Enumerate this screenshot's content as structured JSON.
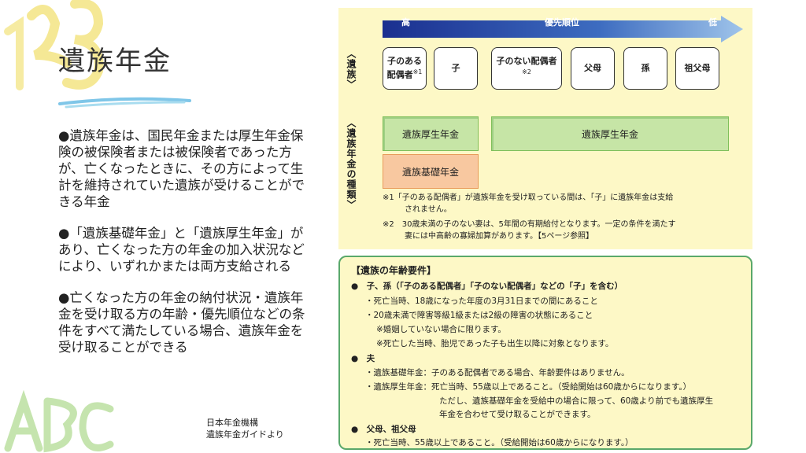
{
  "title": "遺族年金",
  "bullets": [
    "●遺族年金は、国民年金または厚生年金保険の被保険者または被保険者であった方が、亡くなったときに、その方によって生計を維持されていた遺族が受けることができる年金",
    "●「遺族基礎年金」と「遺族厚生年金」があり、亡くなった方の年金の加入状況などにより、いずれかまたは両方支給される",
    "●亡くなった方の年金の納付状況・遺族年金を受け取る方の年齢・優先順位などの条件をすべて満たしている場合、遺族年金を受け取ることができる"
  ],
  "source": {
    "line1": "日本年金機構",
    "line2": "遺族年金ガイドより"
  },
  "priority": {
    "high": "高",
    "label": "優先順位",
    "low": "低"
  },
  "side_labels": {
    "family": "〈遺族〉",
    "types": "〈遺族年金の種類〉"
  },
  "family": {
    "spouse_with_child": "子のある配偶者",
    "spouse_with_child_note": "※1",
    "child": "子",
    "spouse_without_child": "子のない配偶者",
    "spouse_without_child_note": "※2",
    "parents": "父母",
    "grandchild": "孫",
    "grandparents": "祖父母"
  },
  "pensions": {
    "kousei_left": "遺族厚生年金",
    "kousei_right": "遺族厚生年金",
    "kiso": "遺族基礎年金"
  },
  "notes": {
    "n1_a": "※1「子のある配偶者」が遺族年金を受け取っている間は、「子」に遺族年金は支給",
    "n1_b": "されません。",
    "n2_a": "※2　30歳未満の子のない妻は、5年間の有期給付となります。一定の条件を満たす",
    "n2_b": "妻には中高齢の寡婦加算があります。【5ページ参照】"
  },
  "age": {
    "title": "【遺族の年齢要件】",
    "lines": [
      "●　子、孫（「子のある配偶者」「子のない配偶者」などの「子」を含む）",
      "・死亡当時、18歳になった年度の3月31日までの間にあること",
      "・20歳未満で障害等級1級または2級の障害の状態にあること",
      "※婚姻していない場合に限ります。",
      "※死亡した当時、胎児であった子も出生以降に対象となります。",
      "●　夫",
      "・遺族基礎年金：子のある配偶者である場合、年齢要件はありません。",
      "・遺族厚生年金：死亡当時、55歳以上であること。（受給開始は60歳からになります。）",
      "ただし、遺族基礎年金を受給中の場合に限って、60歳より前でも遺族厚生",
      "年金を合わせて受け取ることができます。",
      "●　父母、祖父母",
      "・死亡当時、55歳以上であること。（受給開始は60歳からになります。）"
    ]
  },
  "colors": {
    "panel_bg": "#fdf8c6",
    "arrow_dark": "#1a2f8f",
    "arrow_light": "#9fc4ea",
    "kousei_green": "#c6e5a6",
    "kiso_orange": "#f8c8a0",
    "frame_green": "#5aa86a"
  }
}
